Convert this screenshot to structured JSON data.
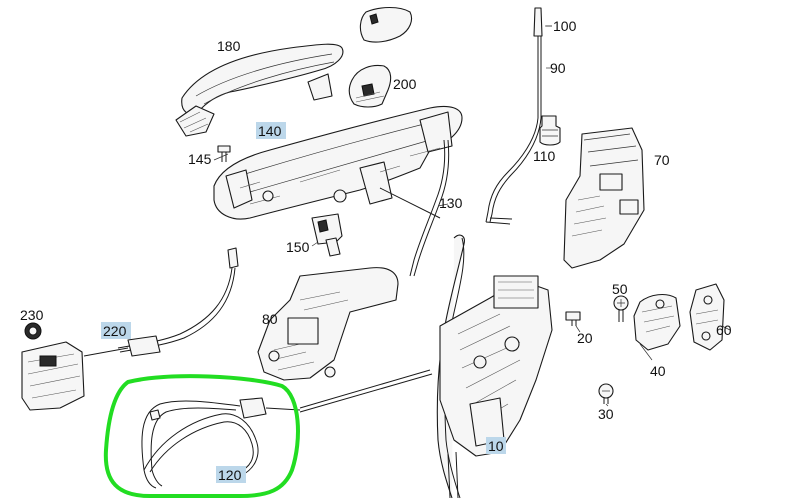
{
  "colors": {
    "highlight_box": "#bcd7ea",
    "annotation_marker": "#22dd22",
    "line_art": "#1a1a1a"
  },
  "callouts": [
    {
      "id": "c100",
      "text": "100",
      "highlighted": false
    },
    {
      "id": "c90",
      "text": "90",
      "highlighted": false
    },
    {
      "id": "c180",
      "text": "180",
      "highlighted": false
    },
    {
      "id": "c200",
      "text": "200",
      "highlighted": false
    },
    {
      "id": "c140",
      "text": "140",
      "highlighted": true
    },
    {
      "id": "c110",
      "text": "110",
      "highlighted": false
    },
    {
      "id": "c70",
      "text": "70",
      "highlighted": false
    },
    {
      "id": "c145",
      "text": "145",
      "highlighted": false
    },
    {
      "id": "c130",
      "text": "130",
      "highlighted": false
    },
    {
      "id": "c150",
      "text": "150",
      "highlighted": false
    },
    {
      "id": "c230",
      "text": "230",
      "highlighted": false
    },
    {
      "id": "c220",
      "text": "220",
      "highlighted": true
    },
    {
      "id": "c80",
      "text": "80",
      "highlighted": false
    },
    {
      "id": "c50",
      "text": "50",
      "highlighted": false
    },
    {
      "id": "c20",
      "text": "20",
      "highlighted": false
    },
    {
      "id": "c60",
      "text": "60",
      "highlighted": false
    },
    {
      "id": "c40",
      "text": "40",
      "highlighted": false
    },
    {
      "id": "c30",
      "text": "30",
      "highlighted": false
    },
    {
      "id": "c10",
      "text": "10",
      "highlighted": true
    },
    {
      "id": "c120",
      "text": "120",
      "highlighted": true
    }
  ]
}
